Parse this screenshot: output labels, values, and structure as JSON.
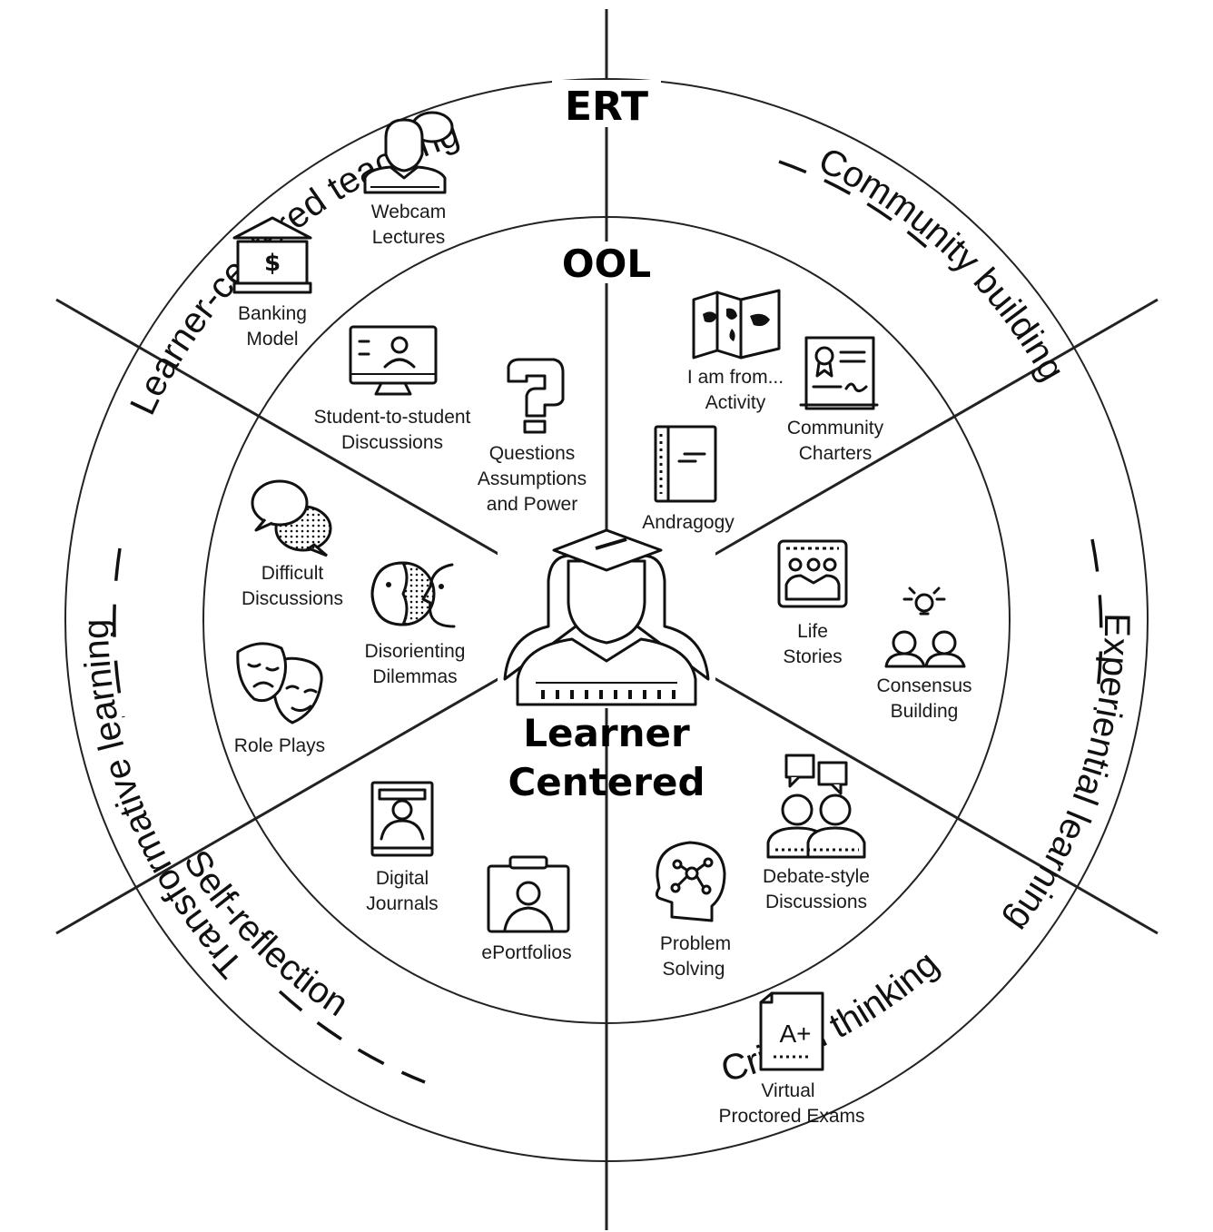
{
  "center": {
    "line1": "Learner",
    "line2": "Centered",
    "icon": "graduate-group-icon"
  },
  "rings": {
    "outer_tag": "ERT",
    "inner_tag": "OOL"
  },
  "themes": {
    "learner_centered": "Learner-centered teaching",
    "community": "Community building",
    "experiential": "Experiential learning",
    "critical": "Critical thinking",
    "self_reflection": "Self-reflection",
    "transformative": "Transformative learning"
  },
  "items": {
    "webcam": {
      "l1": "Webcam",
      "l2": "Lectures",
      "icon": "presenter-speech-icon"
    },
    "banking": {
      "l1": "Banking",
      "l2": "Model",
      "icon": "bank-dollar-icon"
    },
    "student": {
      "l1": "Student-to-student",
      "l2": "Discussions",
      "icon": "monitor-profile-icon"
    },
    "questions": {
      "l1": "Questions",
      "l2": "Assumptions",
      "l3": "and Power",
      "icon": "question-mark-icon"
    },
    "iamfrom": {
      "l1": "I am from...",
      "l2": "Activity",
      "icon": "world-map-icon"
    },
    "charters": {
      "l1": "Community",
      "l2": "Charters",
      "icon": "certificate-icon"
    },
    "andragogy": {
      "l1": "Andragogy",
      "icon": "book-icon"
    },
    "life": {
      "l1": "Life",
      "l2": "Stories",
      "icon": "people-screen-icon"
    },
    "consensus": {
      "l1": "Consensus",
      "l2": "Building",
      "icon": "people-idea-icon"
    },
    "difficult": {
      "l1": "Difficult",
      "l2": "Discussions",
      "icon": "speech-bubbles-icon"
    },
    "disorienting": {
      "l1": "Disorienting",
      "l2": "Dilemmas",
      "icon": "two-faces-icon"
    },
    "roleplays": {
      "l1": "Role Plays",
      "icon": "theater-masks-icon"
    },
    "journals": {
      "l1": "Digital",
      "l2": "Journals",
      "icon": "journal-portrait-icon"
    },
    "eportfolios": {
      "l1": "ePortfolios",
      "icon": "id-badge-icon"
    },
    "problem": {
      "l1": "Problem",
      "l2": "Solving",
      "icon": "head-network-icon"
    },
    "debate": {
      "l1": "Debate-style",
      "l2": "Discussions",
      "icon": "debate-people-icon"
    },
    "exams": {
      "l1": "Virtual",
      "l2": "Proctored Exams",
      "icon": "graded-paper-icon"
    }
  }
}
